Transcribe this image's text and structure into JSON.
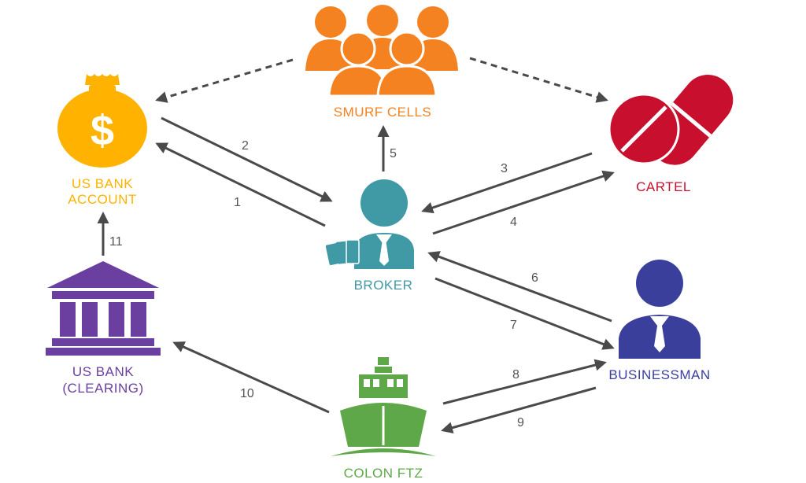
{
  "colors": {
    "bank_account": "#FFB300",
    "smurf": "#F58220",
    "cartel": "#C8102E",
    "broker": "#3F9AA6",
    "businessman": "#3B3F9C",
    "clearing": "#6A3FA0",
    "colon": "#5FA84A",
    "arrow": "#4A4A4A"
  },
  "nodes": {
    "bank_account": {
      "line1": "US BANK",
      "line2": "ACCOUNT",
      "icon": "money-bag-icon",
      "symbol": "$"
    },
    "smurf": {
      "line1": "SMURF CELLS",
      "icon": "group-people-icon"
    },
    "cartel": {
      "line1": "CARTEL",
      "icon": "pills-icon"
    },
    "broker": {
      "line1": "BROKER",
      "icon": "broker-person-icon"
    },
    "businessman": {
      "line1": "BUSINESSMAN",
      "icon": "businessman-icon"
    },
    "clearing": {
      "line1": "US BANK",
      "line2": "(CLEARING)",
      "icon": "bank-building-icon"
    },
    "colon": {
      "line1": "COLON FTZ",
      "icon": "ship-icon"
    }
  },
  "edges": {
    "e1": "1",
    "e2": "2",
    "e3": "3",
    "e4": "4",
    "e5": "5",
    "e6": "6",
    "e7": "7",
    "e8": "8",
    "e9": "9",
    "e10": "10",
    "e11": "11"
  }
}
